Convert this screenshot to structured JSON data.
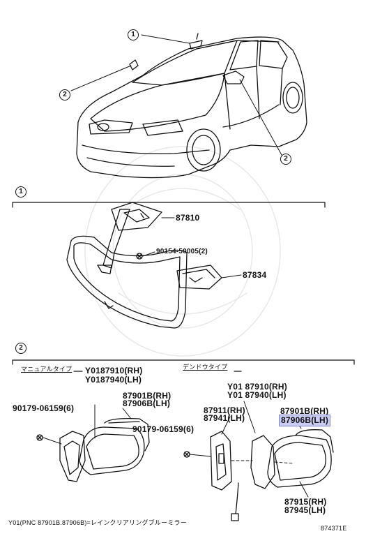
{
  "callouts": {
    "c1": "1",
    "c2": "2",
    "car_c1": "1",
    "car_c2a": "2",
    "car_c2b": "2"
  },
  "section1": {
    "p87810": "87810",
    "p90154": "90154-50005(2)",
    "p87834": "87834"
  },
  "section2": {
    "manual_type": "マニュアルタイプ",
    "manual_y01_rh": "Y0187910(RH)",
    "manual_y01_lh": "Y0187940(LH)",
    "manual_87901b": "87901B(RH)",
    "manual_87906b": "87906B(LH)",
    "manual_90179": "90179-06159(6)",
    "electric_type": "デンドウタイプ",
    "electric_y01_rh": "Y01 87910(RH)",
    "electric_y01_lh": "Y01 87940(LH)",
    "e87911": "87911(RH)",
    "e87941": "87941(LH)",
    "e87901b": "87901B(RH)",
    "e87906b": "87906B(LH)",
    "e90179": "90179-06159(6)",
    "e87915": "87915(RH)",
    "e87945": "87945(LH)"
  },
  "footer": {
    "note": "Y01(PNC 87901B.87906B)=レインクリアリングブルーミラー",
    "figure_code": "874371E"
  },
  "colors": {
    "highlight": "#c9cdf2",
    "ink": "#111111"
  }
}
